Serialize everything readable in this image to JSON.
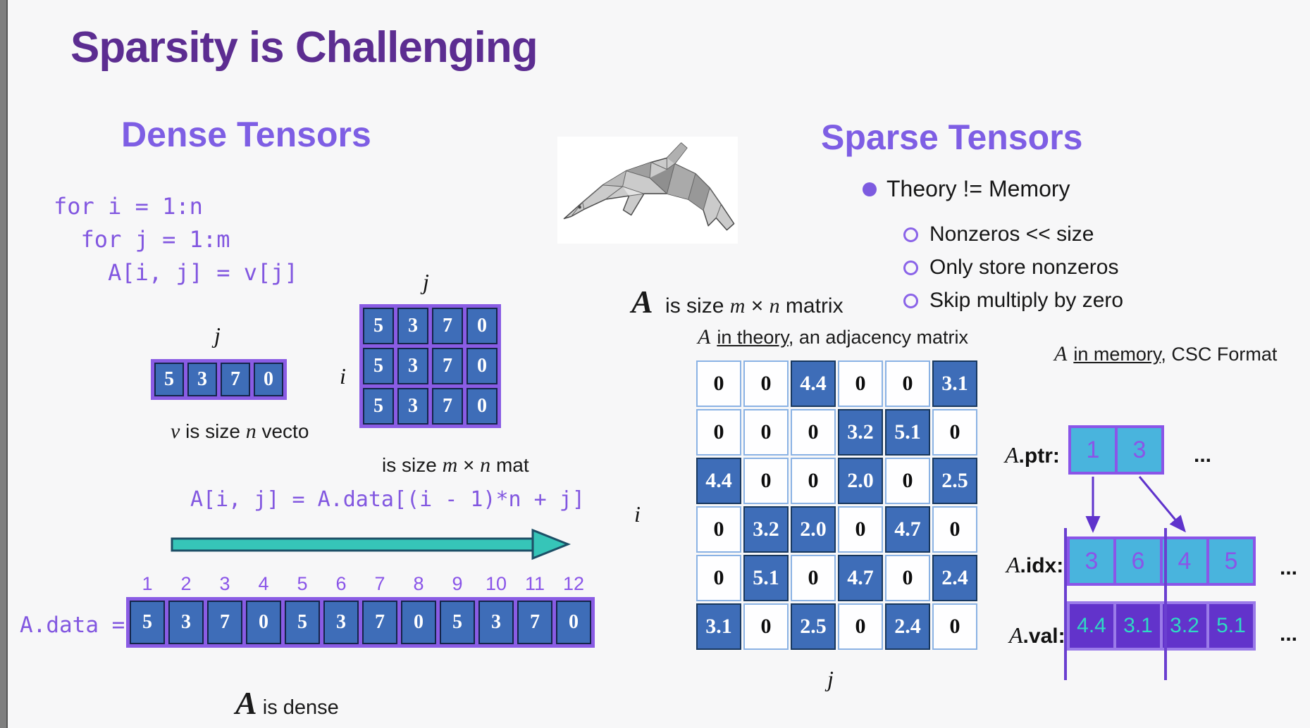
{
  "title": "Sparsity is Challenging",
  "colors": {
    "title_purple": "#5c2d91",
    "heading_purple": "#7e5ee4",
    "code_purple": "#8257e0",
    "cell_blue": "#3e6db8",
    "frame_purple": "#8a5ce4",
    "cyan_cell": "#49b4dd",
    "val_purple": "#6233cb",
    "val_teal": "#2ed9c3",
    "arrow_teal": "#36c5b8"
  },
  "dense": {
    "heading": "Dense Tensors",
    "code": "for i = 1:n\n  for j = 1:m\n    A[i, j] = v[j]",
    "vector": {
      "axis_label": "j",
      "values": [
        "5",
        "3",
        "7",
        "0"
      ],
      "caption": {
        "v": "v",
        "mid": " is size ",
        "n": "n",
        "tail": " vecto"
      }
    },
    "matrix": {
      "col_label": "j",
      "row_label": "i",
      "rows": [
        [
          "5",
          "3",
          "7",
          "0"
        ],
        [
          "5",
          "3",
          "7",
          "0"
        ],
        [
          "5",
          "3",
          "7",
          "0"
        ]
      ],
      "caption": {
        "lead": "is size ",
        "m": "m",
        "times": " × ",
        "n": "n",
        "tail": " mat"
      }
    },
    "formula": "A[i, j] = A.data[(i - 1)*n + j]",
    "array": {
      "label": "A.data =",
      "indices": [
        "1",
        "2",
        "3",
        "4",
        "5",
        "6",
        "7",
        "8",
        "9",
        "10",
        "11",
        "12"
      ],
      "values": [
        "5",
        "3",
        "7",
        "0",
        "5",
        "3",
        "7",
        "0",
        "5",
        "3",
        "7",
        "0"
      ]
    },
    "footer": {
      "A": "A",
      "rest": " is dense"
    }
  },
  "sparse": {
    "heading": "Sparse Tensors",
    "bullet_main": "Theory != Memory",
    "bullet_subs": [
      "Nonzeros << size",
      "Only store nonzeros",
      "Skip multiply by zero"
    ],
    "size_caption": {
      "A": "A",
      "mid": " is size ",
      "m": "m",
      "times": " × ",
      "n": "n",
      "tail": " matrix"
    },
    "theory_caption": {
      "A": "A",
      "underlined": "in theory",
      "tail": ", an adjacency matrix"
    },
    "matrix": {
      "row_label": "i",
      "col_label": "j",
      "rows": [
        [
          "0",
          "0",
          "4.4",
          "0",
          "0",
          "3.1"
        ],
        [
          "0",
          "0",
          "0",
          "3.2",
          "5.1",
          "0"
        ],
        [
          "4.4",
          "0",
          "0",
          "2.0",
          "0",
          "2.5"
        ],
        [
          "0",
          "3.2",
          "2.0",
          "0",
          "4.7",
          "0"
        ],
        [
          "0",
          "5.1",
          "0",
          "4.7",
          "0",
          "2.4"
        ],
        [
          "3.1",
          "0",
          "2.5",
          "0",
          "2.4",
          "0"
        ]
      ]
    },
    "memory_caption": {
      "A": "A",
      "underlined": "in memory",
      "tail": ", CSC Format"
    },
    "csc": {
      "ptr": {
        "A": "A",
        "label": ".ptr:",
        "values": [
          "1",
          "3"
        ],
        "ellipsis": "..."
      },
      "idx": {
        "A": "A",
        "label": ".idx:",
        "values": [
          "3",
          "6",
          "4",
          "5"
        ],
        "ellipsis": "..."
      },
      "val": {
        "A": "A",
        "label": ".val:",
        "values": [
          "4.4",
          "3.1",
          "3.2",
          "5.1"
        ],
        "ellipsis": "..."
      }
    }
  }
}
